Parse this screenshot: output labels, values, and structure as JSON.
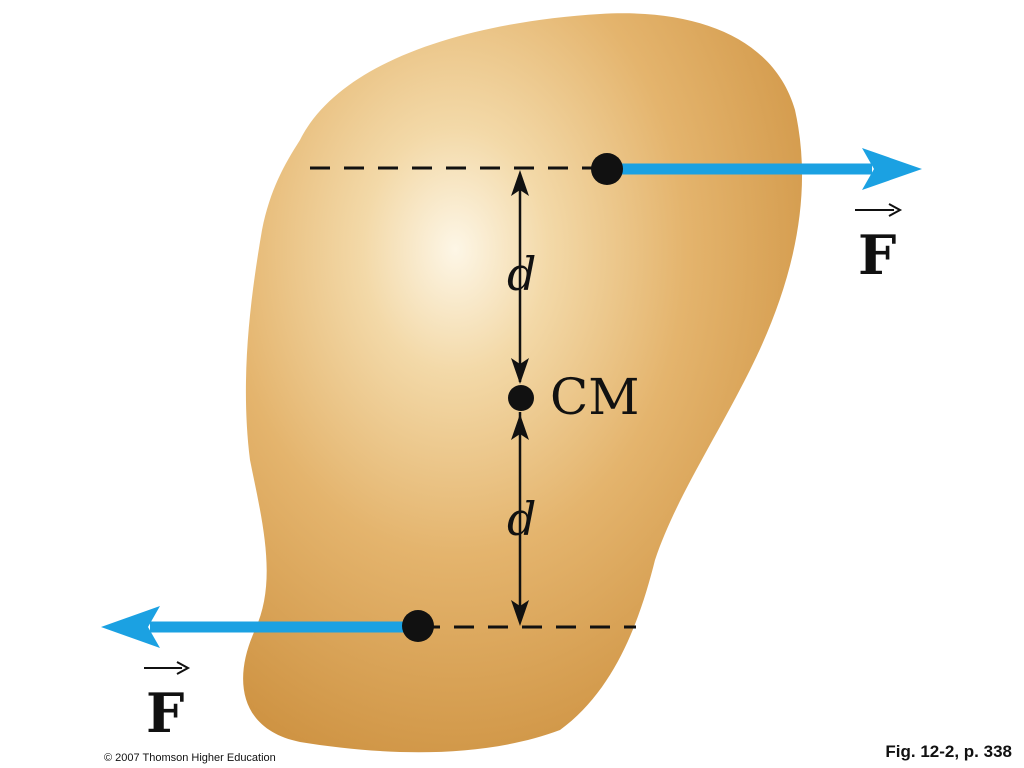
{
  "diagram": {
    "distance_top_label": "d",
    "distance_bottom_label": "d",
    "center_of_mass_label": "CM",
    "force_top_label": "F",
    "force_bottom_label": "F"
  },
  "footer": {
    "copyright": "© 2007 Thomson Higher Education",
    "figure_ref": "Fig. 12-2, p. 338"
  },
  "colors": {
    "body_light": "#fbf1dc",
    "body_mid": "#e7b770",
    "body_dark": "#cf9443",
    "force_arrow": "#1ba1e2",
    "ink": "#111111"
  }
}
